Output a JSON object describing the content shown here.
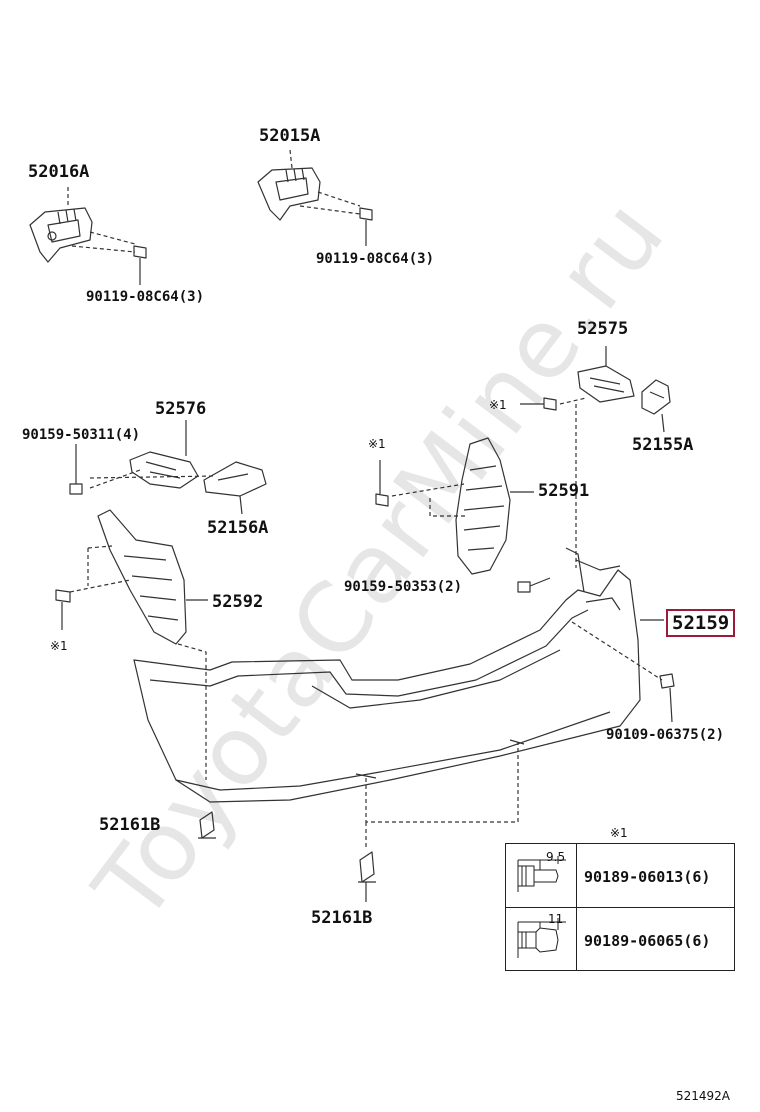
{
  "watermark": "ToyotaCarMine.ru",
  "reference_code": "521492A",
  "note_mark": "※1",
  "parts": {
    "p52016A": "52016A",
    "p52015A": "52015A",
    "bolt_upper_left": "90119-08C64(3)",
    "bolt_upper_right": "90119-08C64(3)",
    "p52575": "52575",
    "p52155A": "52155A",
    "p52576": "52576",
    "screw_left": "90159-50311(4)",
    "p52156A": "52156A",
    "p52591": "52591",
    "screw_center": "90159-50353(2)",
    "p52592": "52592",
    "p52159": "52159",
    "bolt_right": "90109-06375(2)",
    "p52161B_left": "52161B",
    "p52161B_bottom": "52161B"
  },
  "legend": {
    "title": "※1",
    "rows": [
      {
        "dimension": "9.5",
        "part_number": "90189-06013(6)"
      },
      {
        "dimension": "11",
        "part_number": "90189-06065(6)"
      }
    ]
  },
  "colors": {
    "line": "#333333",
    "highlight_border": "#9b1b3a",
    "watermark": "#e6e6e6"
  }
}
